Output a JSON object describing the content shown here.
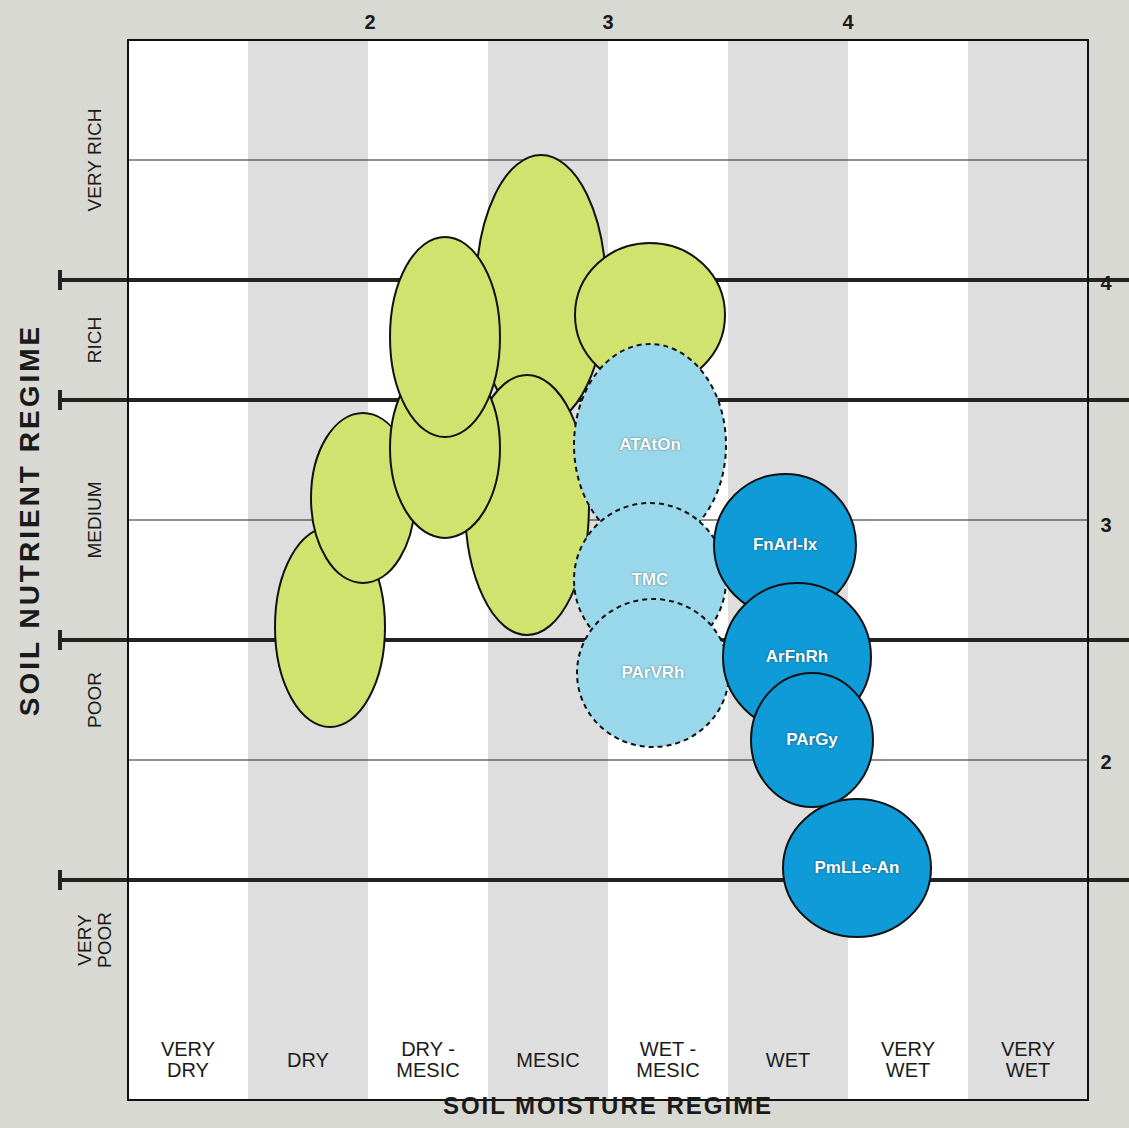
{
  "diagram": {
    "nodes": [
      {
        "text": [
          "ATAtOn"
        ]
      },
      {
        "text": [
          "TMC"
        ]
      },
      {
        "text": [
          "PArVRh"
        ]
      },
      {
        "text": [
          "FnArI-Ix"
        ]
      },
      {
        "text": [
          "ArFnRh"
        ]
      },
      {
        "text": [
          "PArGy"
        ]
      },
      {
        "text": [
          "PmLLe-An"
        ]
      }
    ],
    "labels": [
      "2",
      "3",
      "4",
      "4",
      "3",
      "2",
      "VERY RICH",
      "RICH",
      "MEDIUM",
      "POOR",
      "VERY POOR",
      "VERY DRY",
      "DRY",
      "DRY - MESIC",
      "MESIC",
      "WET - MESIC",
      "WET",
      "VERY WET",
      "VERY WET",
      "SOIL NUTRIENT REGIME",
      "SOIL MOISTURE REGIME"
    ]
  }
}
